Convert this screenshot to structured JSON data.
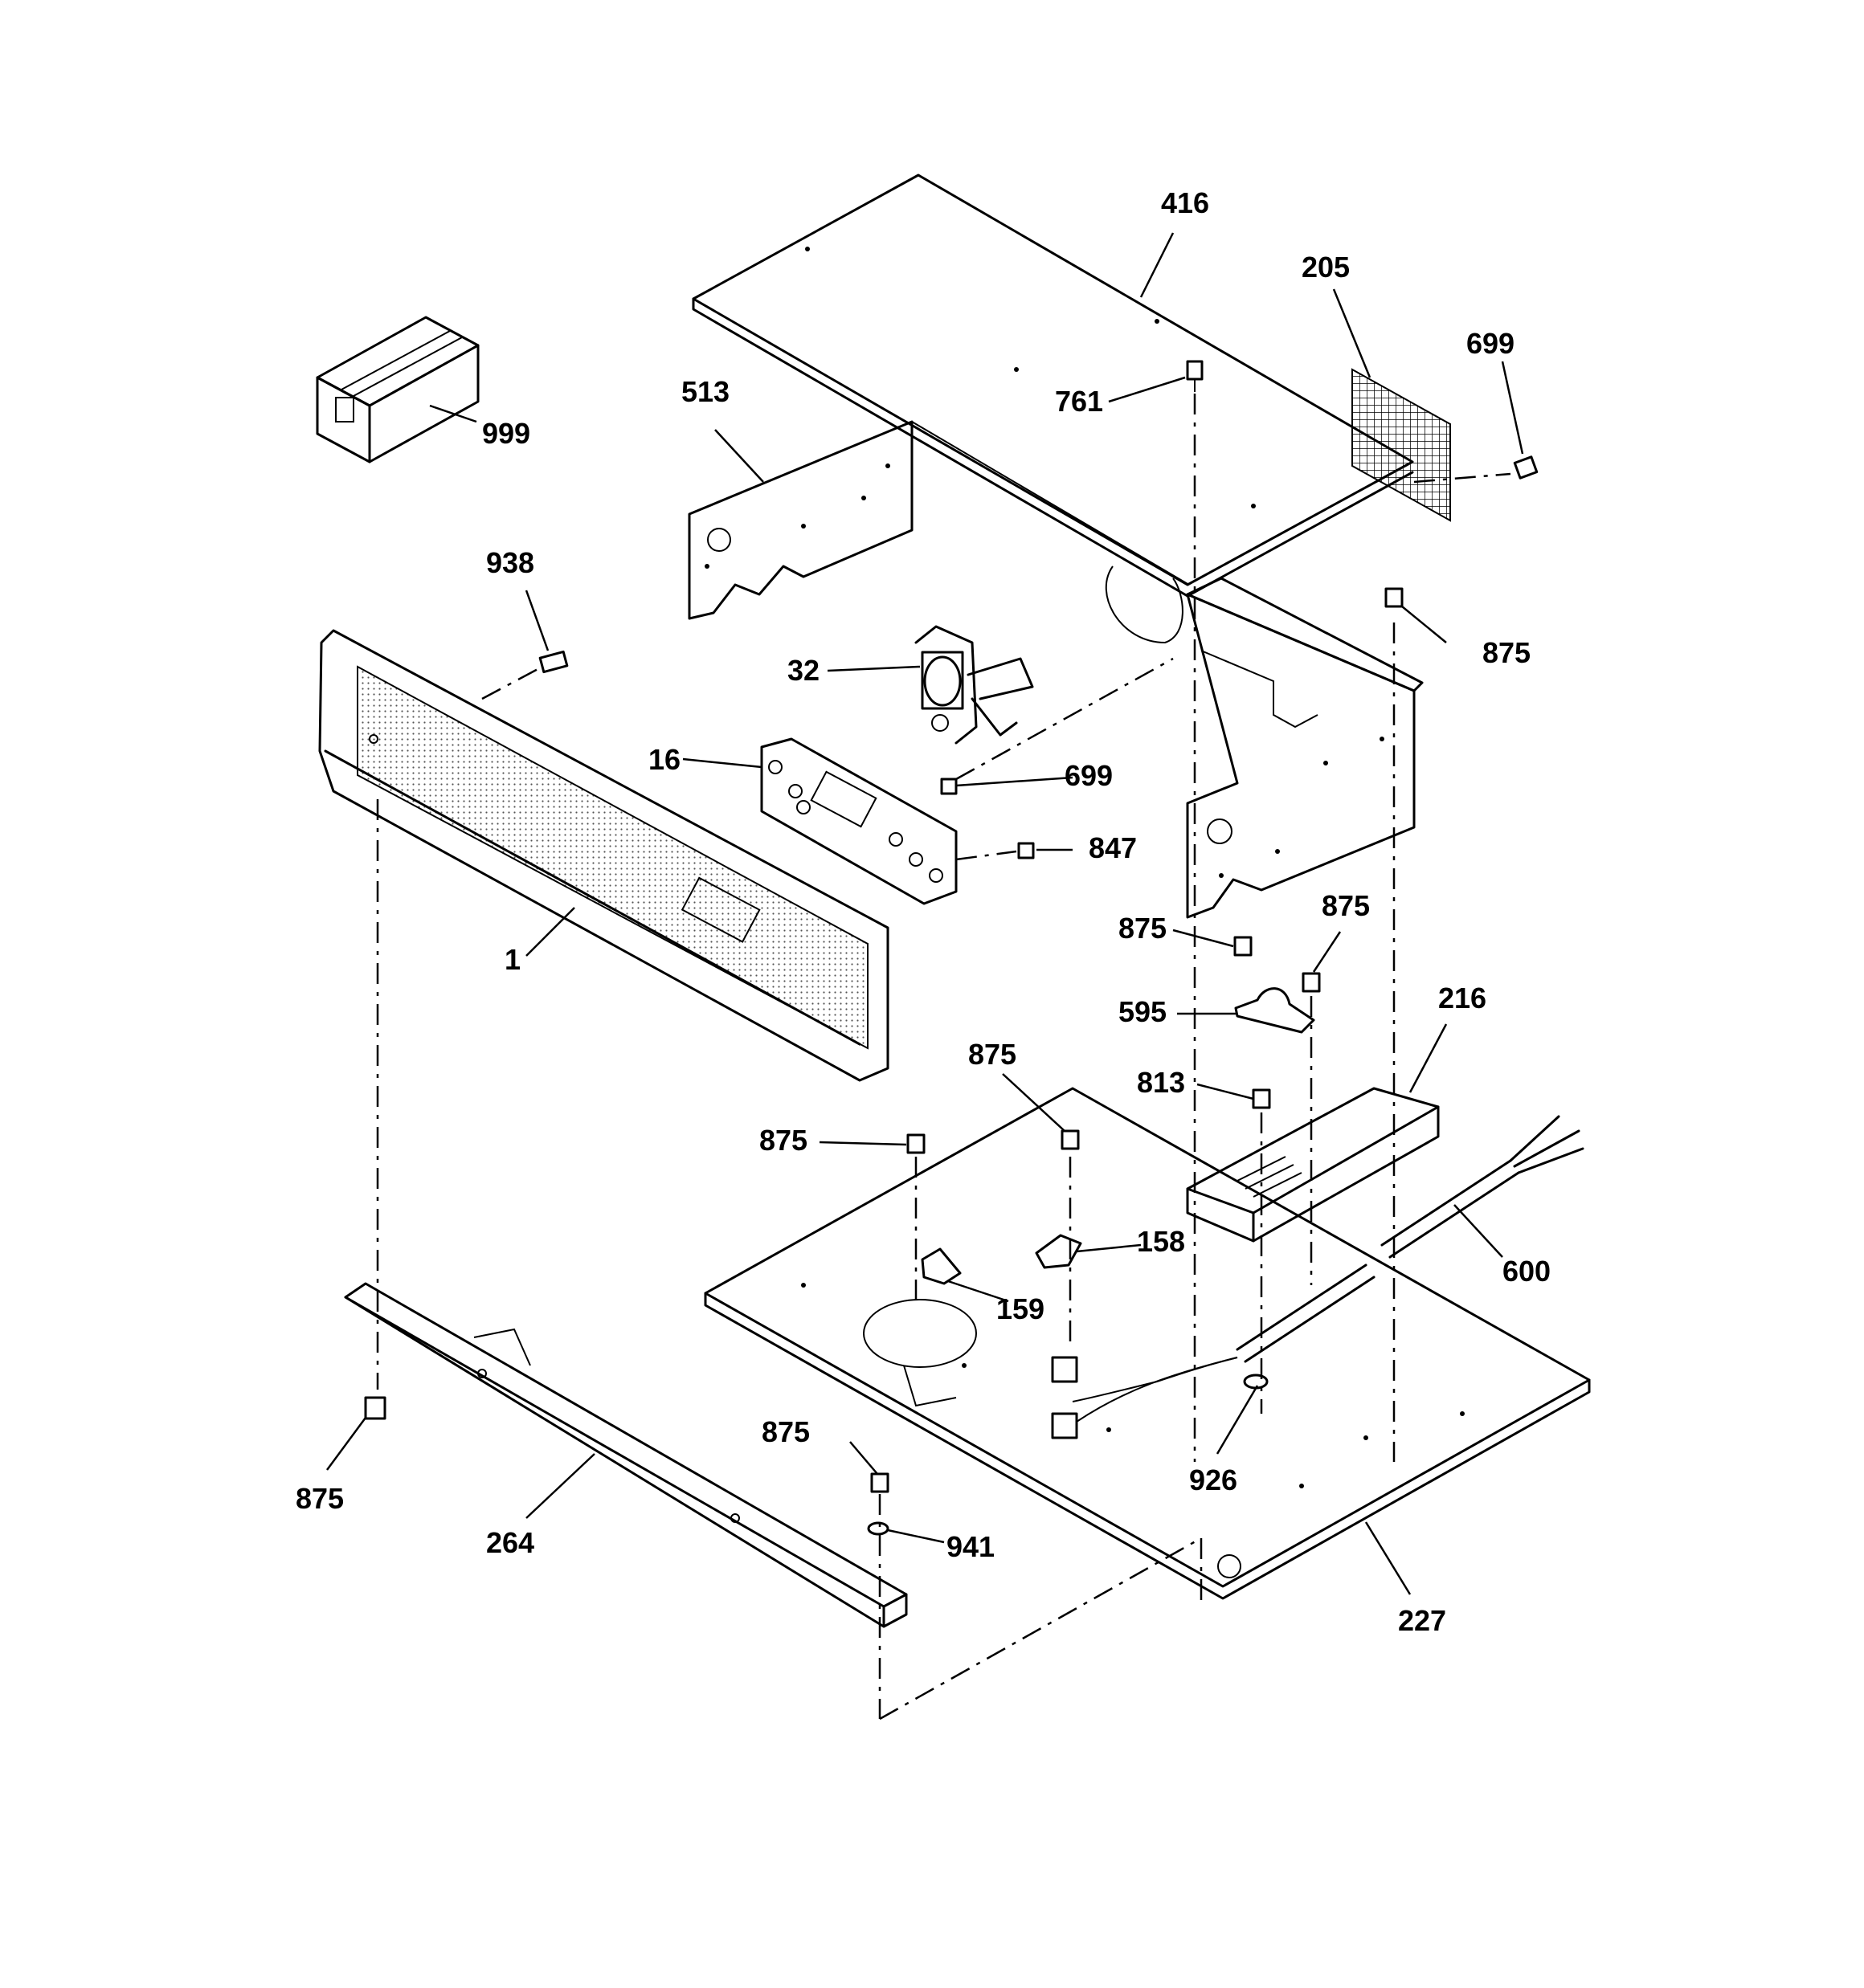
{
  "labels": {
    "l416": "416",
    "l205": "205",
    "l699a": "699",
    "l513": "513",
    "l761": "761",
    "l999": "999",
    "l938": "938",
    "l875a": "875",
    "l32": "32",
    "l16": "16",
    "l699b": "699",
    "l847": "847",
    "l1": "1",
    "l875b": "875",
    "l875c": "875",
    "l595": "595",
    "l216": "216",
    "l875d": "875",
    "l813": "813",
    "l875e": "875",
    "l158": "158",
    "l600": "600",
    "l159": "159",
    "l875f": "875",
    "l926": "926",
    "l875g": "875",
    "l941": "941",
    "l264": "264",
    "l227": "227"
  }
}
